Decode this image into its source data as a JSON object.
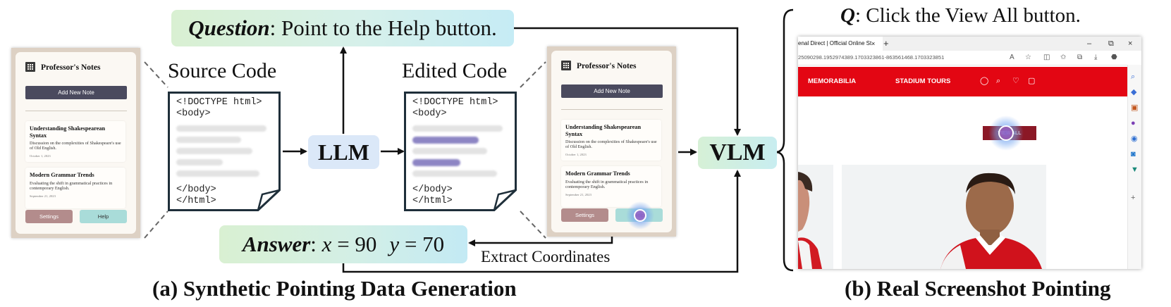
{
  "question": {
    "label": "Question",
    "text": ": Point to the Help button."
  },
  "answer": {
    "label": "Answer",
    "colon": ": ",
    "x_var": "x",
    "x_eq": " = 90",
    "y_var": "y",
    "y_eq": " = 70"
  },
  "models": {
    "llm": "LLM",
    "vlm": "VLM"
  },
  "source_code": {
    "title": "Source Code",
    "lines_top": [
      "<!DOCTYPE html>",
      "<body>"
    ],
    "lines_bottom": [
      "</body>",
      "</html>"
    ]
  },
  "edited_code": {
    "title": "Edited Code",
    "lines_top": [
      "<!DOCTYPE html>",
      "<body>"
    ],
    "lines_bottom": [
      "</body>",
      "</html>"
    ]
  },
  "extract_label": "Extract Coordinates",
  "app_card": {
    "title": "Professor's Notes",
    "add_button": "Add New Note",
    "notes": [
      {
        "title": "Understanding Shakespearean Syntax",
        "body": "Discussion on the complexities of Shakespeare's use of Old English.",
        "date": "October 1, 2023"
      },
      {
        "title": "Modern Grammar Trends",
        "body": "Evaluating the shift in grammatical practices in contemporary English.",
        "date": "September 21, 2023"
      }
    ],
    "settings_button": "Settings",
    "help_button": "Help"
  },
  "real": {
    "q_label": "Q",
    "q_text": ": Click the View All button.",
    "tab_title": "enal Direct | Official Online St",
    "tab_close": "×",
    "tab_plus": "+",
    "win_min": "–",
    "win_max": "⧉",
    "win_close": "×",
    "address": "25090298.1952974389.1703323861-863561468.1703323851",
    "nav_memorabilia": "MEMORABILIA",
    "nav_stadium": "STADIUM TOURS",
    "view_all": "VIEW ALL"
  },
  "captions": {
    "a": "(a) Synthetic Pointing Data Generation",
    "b": "(b) Real Screenshot Pointing"
  },
  "colors": {
    "arsenal_red": "#e30613",
    "pointer_glow": "#7aa9f0",
    "pointer_ring": "#8e3a9e",
    "llm_box": "#dbe8f8"
  },
  "icons": [
    "grid-icon",
    "pointer-glow-icon",
    "user-icon",
    "search-icon",
    "heart-icon",
    "bag-icon"
  ]
}
